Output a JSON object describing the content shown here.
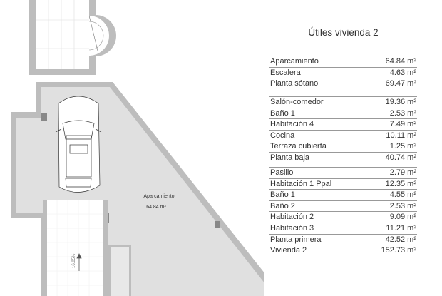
{
  "plan": {
    "room_label": "Aparcamiento",
    "room_area": "64.84 m²",
    "ramp_slope": "16.85%"
  },
  "table": {
    "title": "Útiles vivienda 2",
    "groups": [
      {
        "rows": [
          {
            "name": "Aparcamiento",
            "value": "64.84 m²"
          },
          {
            "name": "Escalera",
            "value": "4.63 m²"
          },
          {
            "name": "Planta sótano",
            "value": "69.47 m²"
          }
        ]
      },
      {
        "rows": [
          {
            "name": "Salón-comedor",
            "value": "19.36 m²"
          },
          {
            "name": "Baño 1",
            "value": "2.53 m²"
          },
          {
            "name": "Habitación 4",
            "value": "7.49 m²"
          },
          {
            "name": "Cocina",
            "value": "10.11 m²"
          },
          {
            "name": "Terraza cubierta",
            "value": "1.25 m²"
          },
          {
            "name": "Planta baja",
            "value": "40.74 m²"
          }
        ]
      },
      {
        "rows": [
          {
            "name": "Pasillo",
            "value": "2.79 m²"
          },
          {
            "name": "Habitación 1 Ppal",
            "value": "12.35 m²"
          },
          {
            "name": "Baño 1",
            "value": "4.55 m²"
          },
          {
            "name": "Baño 2",
            "value": "2.53 m²"
          },
          {
            "name": "Habitación 2",
            "value": "9.09 m²"
          },
          {
            "name": "Habitación 3",
            "value": "11.21 m²"
          },
          {
            "name": "Planta primera",
            "value": "42.52 m²"
          },
          {
            "name": "Vivienda 2",
            "value": "152.73 m²"
          }
        ]
      }
    ]
  }
}
